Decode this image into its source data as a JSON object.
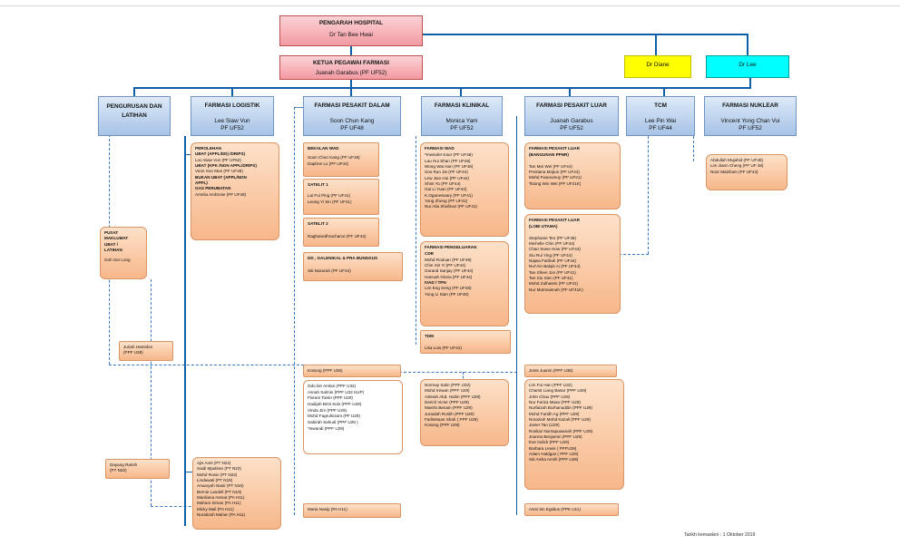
{
  "pengarah": {
    "title": "PENGARAH HOSPITAL",
    "name": "Dr Tan Bee Hwai"
  },
  "ketua": {
    "title": "KETUA PEGAWAI FARMASI",
    "name": "Juanah Garabus (PF UF52)"
  },
  "dr_diane": "Dr Diane",
  "dr_lee": "Dr Lee",
  "headers": {
    "pengurusan": "PENGURUSAN DAN LATIHAN",
    "logistik": {
      "title": "FARMASI LOGISTIK",
      "name": "Lee Siaw Vun",
      "grade": "PF UF52"
    },
    "dalam": {
      "title": "FARMASI PESAKIT DALAM",
      "name": "Soon Chun Kang",
      "grade": "PF UF48"
    },
    "klinikal": {
      "title": "FARMASI KLINIKAL",
      "name": "Monica Yam",
      "grade": "PF UF52"
    },
    "luar": {
      "title": "FARMASI PESAKIT LUAR",
      "name": "Juanah Garabus",
      "grade": "PF UF52"
    },
    "tcm": {
      "title": "TCM",
      "name": "Lee Pin Wai",
      "grade": "PF UF44"
    },
    "nuklear": {
      "title": "FARMASI NUKLEAR",
      "name": "Vincent Yong Chan Vui",
      "grade": "PF UF52"
    }
  },
  "pusat": {
    "lines": [
      "PUSAT",
      "MAKLUMAT",
      "UBAT /",
      "LATIHAN"
    ],
    "name": "Goh Sor Long"
  },
  "juriah": {
    "lines": [
      "Juriah Hamidon",
      "(PPF U38)"
    ]
  },
  "dayang": {
    "lines": [
      "Dayang Rainih",
      "(PT N32)"
    ]
  },
  "logistik_box": {
    "lines": [
      {
        "t": "PEROLEHAN",
        "b": true
      },
      {
        "t": " ",
        "b": false
      },
      {
        "t": "UBAT (APPL/DD) /DRIPS)",
        "b": true
      },
      {
        "t": "Loo Siaw Vun (PF UF52)",
        "b": false
      },
      {
        "t": " ",
        "b": false
      },
      {
        "t": "UBAT (KPK /NON APPL/DRIPS)",
        "b": true
      },
      {
        "t": "Voon Soo Mun (PF UF48)",
        "b": false
      },
      {
        "t": " ",
        "b": false
      },
      {
        "t": "BUKAN UBAT (APPL/NON",
        "b": true
      },
      {
        "t": "APPL)",
        "b": true
      },
      {
        "t": "GAS PERUBATAN",
        "b": true
      },
      {
        "t": "Amelia Ambrose (PF UF48)",
        "b": false
      }
    ]
  },
  "logistik_staff": [
    "Ajis Amit  (PT N22)",
    "Saidi Mjadiran (PT N22)",
    "Mohd Rosio (PT N22)",
    "Lindawati (PT N19)",
    "Anuaryah Nasir (PT N19)",
    "Bernie Landell (PT N19)",
    "Mardiana Asmat (PA H11)",
    "Mahani Siman (PA H11)",
    "Micky Mail (PA H11)",
    "Nuratizah Mahar (PA H11)"
  ],
  "dalam_boxes": {
    "wad": {
      "title": "BEKALAN WAD",
      "lines": [
        "Soon Chun Kang (PF UF48)",
        "Daphne Lu (PF UF44)"
      ]
    },
    "satelit1": {
      "title": "SATELIT 1",
      "lines": [
        "Lai Fui Ping (PF UF41)",
        "Leong Yi Xin (PF UF41)"
      ]
    },
    "satelit2": {
      "title": "SATELIT 2",
      "lines": [
        "Raghanedhracharve (PF UF44)"
      ]
    },
    "dd": {
      "title": "DD , GALENIKAL & PRA BUNGKUS",
      "lines": [
        "Siti Nazurah (PF UF44)"
      ]
    }
  },
  "kosong_dalam": "Kosong  (PPF U36)",
  "dalam_staff": [
    "Odo bin Amboi (PPF U32)",
    "Asnah Salmin (PPF U32 KUP)",
    "Florani Toisin (PPF U29)",
    "Hadijah Binti Sulo (PPF U29)",
    "Vinda Jim (PPF U29)",
    "Mohd Fagrulnizam (PF U29)",
    "Sabirah Sahudi  (PPF U29 )",
    "*Iswandi  (PPF U29)"
  ],
  "maria": "Maria Nasip (PA H11)",
  "klinikal_boxes": {
    "wad": {
      "title": "FARMASI WAD",
      "lines": [
        "*Inwinder Kaur (PF UF48)",
        "Lau Hui Shan (PF UF48)",
        "Wong Wai Han (PF UF48)",
        "Soo Run Jie (PF UF44)",
        "Lew Jian Hui (PF UF44)",
        "Shim Yo (PF UF44)",
        "Gai Li Yuan (PF UF44)",
        "K.Oganeswary (PF UF41)",
        "Yong Zheng (PF UF41)",
        "Nur Alia Shafinaz (PF UF41)"
      ]
    },
    "pengeluaran": {
      "title": "FARMASI PENGELUARAN",
      "lines": [
        "CDR",
        "Mohd Roduan (PF UF48)",
        "Chin Xin Yi (PF UF44)",
        "Gorand Sanjay (PF UF44)",
        "Hannah Gloria (PF UF44)",
        " ",
        "IVAD / TPN",
        "Lim Eng Seng (PF UF48)",
        "Yung Li Sian (PF UF48)"
      ]
    },
    "tdm": {
      "title": "TDM",
      "lines": [
        "Lisa Low (PF UF44)"
      ]
    }
  },
  "klinikal_staff": [
    "Normay Salin (PPF U32)",
    "Mohd Irewan (PPF U29)",
    "Asleiah Abd. Halim (PPF U29)",
    "Derick Victor (PPF U29)",
    "Maerlo  Benain (PPF U29)",
    "Juraidah Roslih (PPF U29)",
    "Farlisstuan  Shah ( PPF U29)",
    "Kosong  (PPF U29)"
  ],
  "luar_boxes": {
    "bangunan": {
      "title": "FARMASI PESAKIT LUAR",
      "sub": "(BANGUNAN PPNR)",
      "lines": [
        "Tan Mei Wei (PF UF44)",
        "Prestana Mojiun (PF UF44)",
        "Mohd Fwanumuy (PF UF41)",
        "Tsiong Win Wei (PF UF41K)"
      ]
    },
    "lobi": {
      "title": "FARMASI PESAKIT LUAR",
      "sub": "(LOBI UTAMA)",
      "lines": [
        "Stephanie Teo (PF UF48)",
        "Michelle Chin (PF UF44)",
        "Chan Swee How (PF UF44)",
        "Siu Rui Ying (PF UF44)",
        "Najwa Fatihah (PF UF44)",
        "Nur'Ain Balqis Ai (PF UF44)",
        "Tan Shien Joo (PF UF41)",
        "Tan Siu Sien (PF UF41)",
        "Mohd Zulhasmi (PF UF41)",
        "Nur Mutmainnah (PF UF41K)"
      ]
    }
  },
  "jonis": "Jonis Juanin  (PPF U36)",
  "luar_staff": [
    "Lim Fui Han (PPF U32)",
    "Charist  Liang Basar (PPF U29)",
    "John Chau (PPF U29)",
    "Nur Fariza Musa (PPF U29)",
    "Nurfaizah Burhanuddin (PPF U29)",
    "Mohd Faridh Ag (PPF U29)",
    "Noraziah Mohd Kazali (PPF U29)",
    "Javier Tan (U29)",
    "Rosliaz Nursapuwanah (PPF U29)",
    "Joanna Benjamin (PPF U29)",
    "Eve Indick  (PPF U29)",
    "Barbara Lewis ( PPFU29)",
    "Adam Haldgas ( PPF U29)",
    "Siti Aisha  Amirli (PPF U29)"
  ],
  "asmi": "Asmi bin Egidius  (PPK U11)",
  "nuklear_box": [
    "Abdullah Mujahid (PF  UF48)",
    "Lim Jiann Cheng (PF UF 48)",
    "Noor Maizham (PF UF44)"
  ],
  "footer": "Tarikh kemaskini : 1 Oktober 2019"
}
